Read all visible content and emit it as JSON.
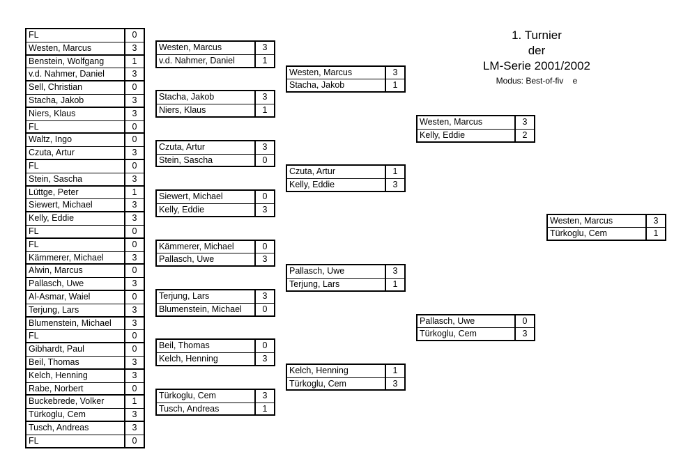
{
  "header": {
    "line1": "1. Turnier",
    "line2": "der",
    "line3": "LM-Serie 2001/2002",
    "modus": "Modus: Best-of-fiv    e"
  },
  "round1": [
    [
      {
        "name": "FL",
        "score": "0"
      },
      {
        "name": "Westen, Marcus",
        "score": "3"
      }
    ],
    [
      {
        "name": "Benstein, Wolfgang",
        "score": "1"
      },
      {
        "name": "v.d. Nahmer, Daniel",
        "score": "3"
      }
    ],
    [
      {
        "name": "Sell, Christian",
        "score": "0"
      },
      {
        "name": "Stacha, Jakob",
        "score": "3"
      }
    ],
    [
      {
        "name": "Niers, Klaus",
        "score": "3"
      },
      {
        "name": "FL",
        "score": "0"
      }
    ],
    [
      {
        "name": "Waltz, Ingo",
        "score": "0"
      },
      {
        "name": "Czuta, Artur",
        "score": "3"
      }
    ],
    [
      {
        "name": "FL",
        "score": "0"
      },
      {
        "name": "Stein, Sascha",
        "score": "3"
      }
    ],
    [
      {
        "name": "Lüttge, Peter",
        "score": "1"
      },
      {
        "name": "Siewert, Michael",
        "score": "3"
      }
    ],
    [
      {
        "name": "Kelly, Eddie",
        "score": "3"
      },
      {
        "name": "FL",
        "score": "0"
      }
    ],
    [
      {
        "name": "FL",
        "score": "0"
      },
      {
        "name": "Kämmerer, Michael",
        "score": "3"
      }
    ],
    [
      {
        "name": "Alwin, Marcus",
        "score": "0"
      },
      {
        "name": "Pallasch, Uwe",
        "score": "3"
      }
    ],
    [
      {
        "name": "Al-Asmar, Waiel",
        "score": "0"
      },
      {
        "name": "Terjung, Lars",
        "score": "3"
      }
    ],
    [
      {
        "name": "Blumenstein, Michael",
        "score": "3"
      },
      {
        "name": "FL",
        "score": "0"
      }
    ],
    [
      {
        "name": "Gibhardt, Paul",
        "score": "0"
      },
      {
        "name": "Beil, Thomas",
        "score": "3"
      }
    ],
    [
      {
        "name": "Kelch, Henning",
        "score": "3"
      },
      {
        "name": "Rabe, Norbert",
        "score": "0"
      }
    ],
    [
      {
        "name": "Buckebrede, Volker",
        "score": "1"
      },
      {
        "name": "Türkoglu, Cem",
        "score": "3"
      }
    ],
    [
      {
        "name": "Tusch, Andreas",
        "score": "3"
      },
      {
        "name": "FL",
        "score": "0"
      }
    ]
  ],
  "round2": [
    [
      {
        "name": "Westen, Marcus",
        "score": "3"
      },
      {
        "name": "v.d. Nahmer, Daniel",
        "score": "1"
      }
    ],
    [
      {
        "name": "Stacha, Jakob",
        "score": "3"
      },
      {
        "name": "Niers, Klaus",
        "score": "1"
      }
    ],
    [
      {
        "name": "Czuta, Artur",
        "score": "3"
      },
      {
        "name": "Stein, Sascha",
        "score": "0"
      }
    ],
    [
      {
        "name": "Siewert, Michael",
        "score": "0"
      },
      {
        "name": "Kelly, Eddie",
        "score": "3"
      }
    ],
    [
      {
        "name": "Kämmerer, Michael",
        "score": "0"
      },
      {
        "name": "Pallasch, Uwe",
        "score": "3"
      }
    ],
    [
      {
        "name": "Terjung, Lars",
        "score": "3"
      },
      {
        "name": "Blumenstein, Michael",
        "score": "0"
      }
    ],
    [
      {
        "name": "Beil, Thomas",
        "score": "0"
      },
      {
        "name": "Kelch, Henning",
        "score": "3"
      }
    ],
    [
      {
        "name": "Türkoglu, Cem",
        "score": "3"
      },
      {
        "name": "Tusch, Andreas",
        "score": "1"
      }
    ]
  ],
  "round3": [
    [
      {
        "name": "Westen, Marcus",
        "score": "3"
      },
      {
        "name": "Stacha, Jakob",
        "score": "1"
      }
    ],
    [
      {
        "name": "Czuta, Artur",
        "score": "1"
      },
      {
        "name": "Kelly, Eddie",
        "score": "3"
      }
    ],
    [
      {
        "name": "Pallasch, Uwe",
        "score": "3"
      },
      {
        "name": "Terjung, Lars",
        "score": "1"
      }
    ],
    [
      {
        "name": "Kelch, Henning",
        "score": "1"
      },
      {
        "name": "Türkoglu, Cem",
        "score": "3"
      }
    ]
  ],
  "round4": [
    [
      {
        "name": "Westen, Marcus",
        "score": "3"
      },
      {
        "name": "Kelly, Eddie",
        "score": "2"
      }
    ],
    [
      {
        "name": "Pallasch, Uwe",
        "score": "0"
      },
      {
        "name": "Türkoglu, Cem",
        "score": "3"
      }
    ]
  ],
  "final": [
    [
      {
        "name": "Westen, Marcus",
        "score": "3"
      },
      {
        "name": "Türkoglu, Cem",
        "score": "1"
      }
    ]
  ]
}
